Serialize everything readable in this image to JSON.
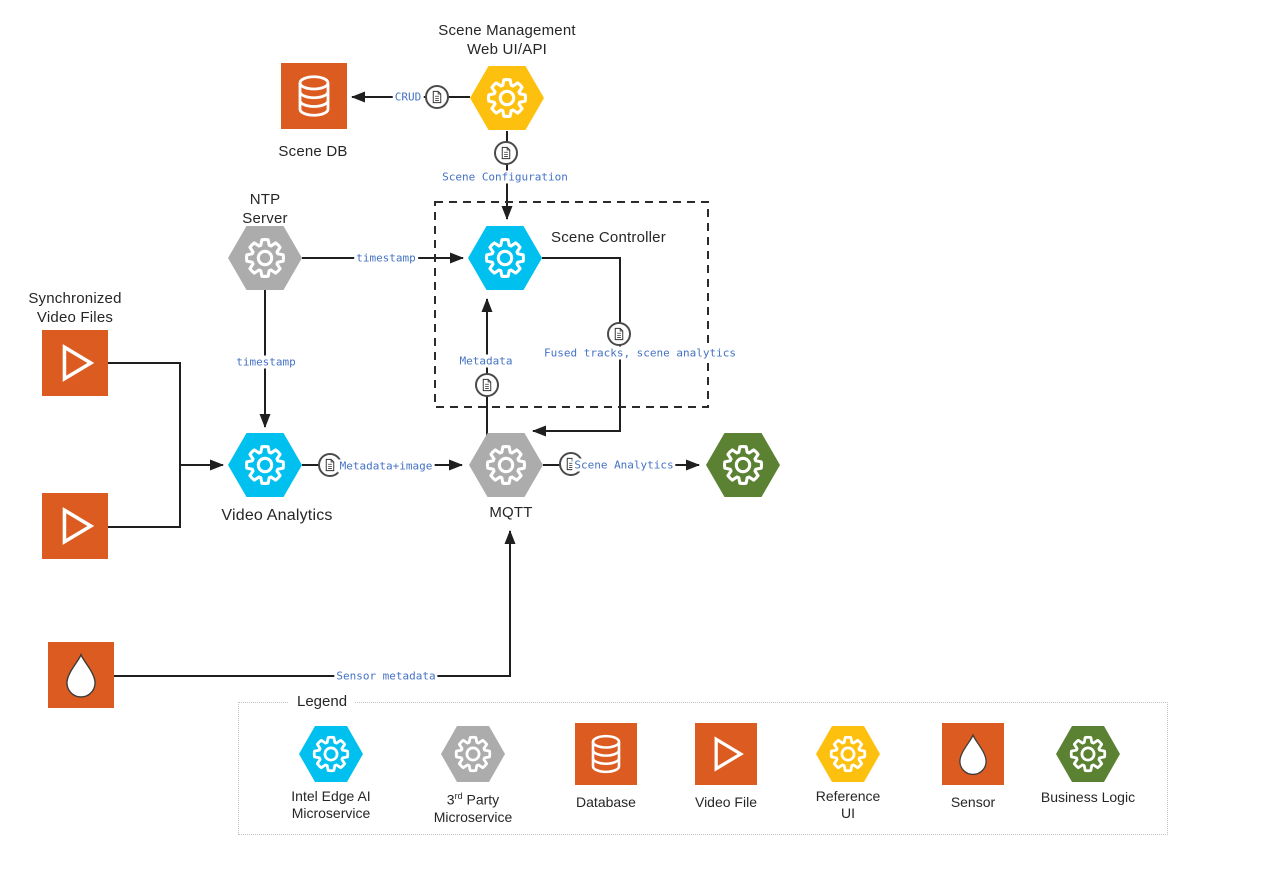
{
  "colors": {
    "intel_blue": "#00C0F0",
    "gray": "#ACACAC",
    "orange": "#DC5B21",
    "yellow": "#FEC00E",
    "green": "#5A8232",
    "edge_label_blue": "#4472C4",
    "line_black": "#1F1F1F"
  },
  "nodes": {
    "web_ui": {
      "line1": "Scene Management",
      "line2": "Web UI/API"
    },
    "scene_db": {
      "label": "Scene DB"
    },
    "ntp": {
      "line1": "NTP",
      "line2": "Server"
    },
    "scene_controller": {
      "label": "Scene Controller"
    },
    "video_files": {
      "line1": "Synchronized",
      "line2": "Video Files"
    },
    "video_analytics": {
      "label": "Video Analytics"
    },
    "mqtt": {
      "label": "MQTT"
    }
  },
  "edges": {
    "crud": "CRUD",
    "scene_configuration": "Scene Configuration",
    "timestamp_to_controller": "timestamp",
    "timestamp_to_analytics": "timestamp",
    "metadata_image": "Metadata+image",
    "metadata": "Metadata",
    "fused_tracks": "Fused tracks, scene analytics",
    "scene_analytics": "Scene Analytics",
    "sensor_metadata": "Sensor metadata"
  },
  "legend": {
    "title": "Legend",
    "items": [
      {
        "line1": "Intel Edge AI",
        "line2": "Microservice"
      },
      {
        "line1_pre": "3",
        "line1_sup": "rd",
        "line1_post": " Party",
        "line2": "Microservice"
      },
      {
        "line1": "Database",
        "line2": ""
      },
      {
        "line1": "Video File",
        "line2": ""
      },
      {
        "line1": "Reference",
        "line2": "UI"
      },
      {
        "line1": "Sensor",
        "line2": ""
      },
      {
        "line1": "Business Logic",
        "line2": ""
      }
    ]
  }
}
